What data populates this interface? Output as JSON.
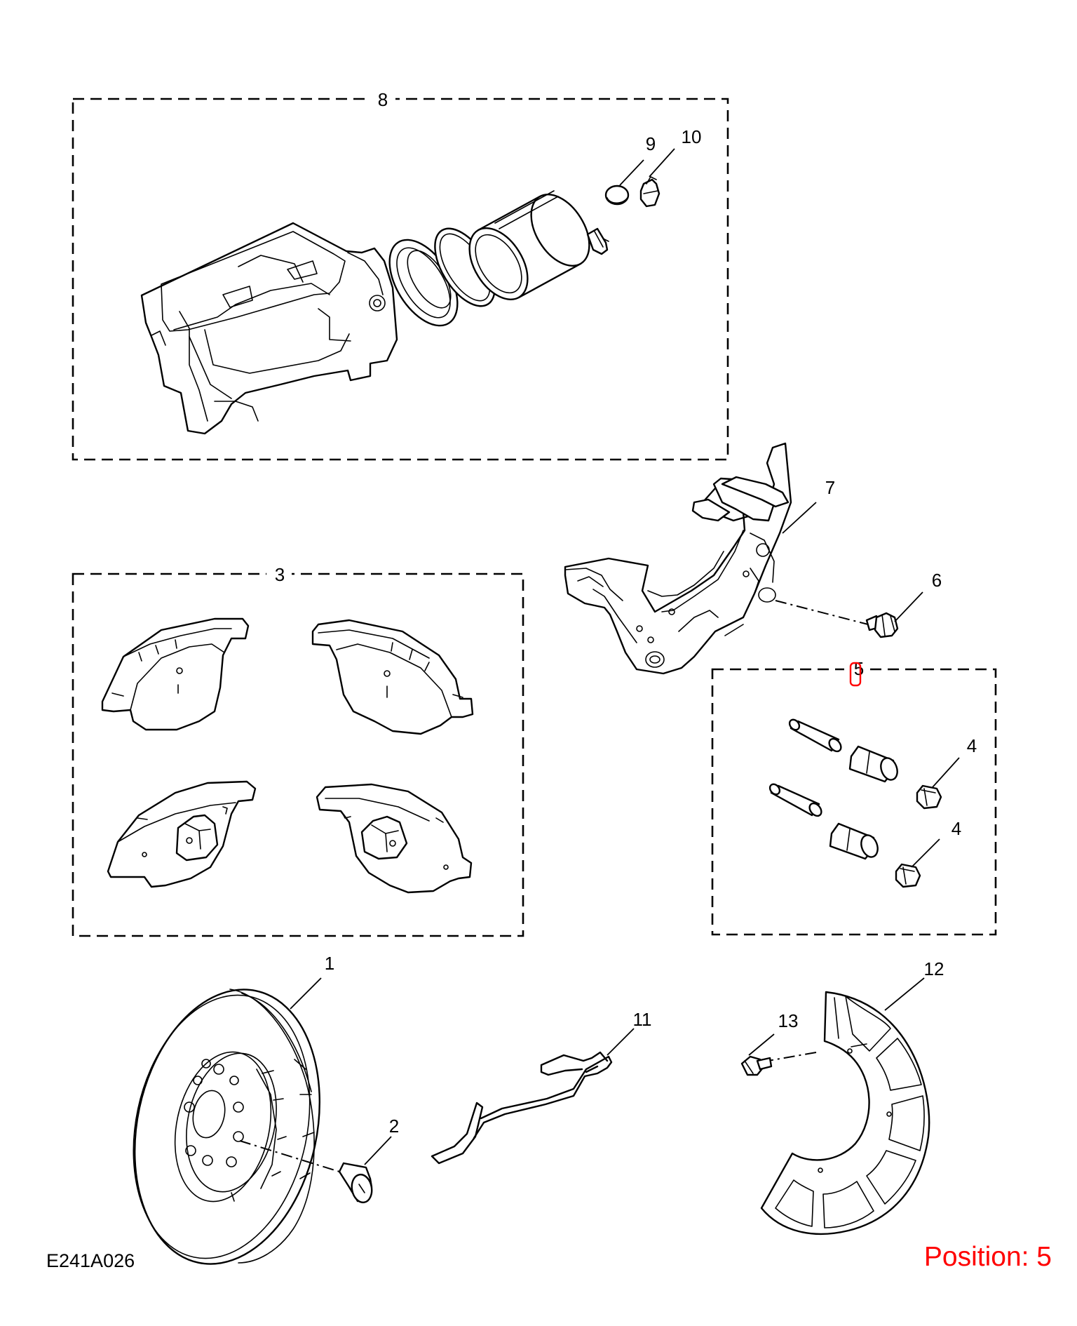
{
  "diagram_code": "E241A026",
  "position_label": "Position: 5",
  "highlight_color": "#ff0000",
  "groups": {
    "caliper_kit": "8",
    "brake_pads": "3",
    "guide_pin_kit": "5"
  },
  "callouts": {
    "disc": "1",
    "disc_screw": "2",
    "pads": "3",
    "bushing_cap_a": "4",
    "bushing_cap_b": "4",
    "guide_pin_kit": "5",
    "carrier_bolt": "6",
    "carrier": "7",
    "caliper_kit": "8",
    "bleed_cap": "9",
    "bleed_screw": "10",
    "retaining_spring": "11",
    "splash_shield": "12",
    "shield_bolt": "13"
  }
}
